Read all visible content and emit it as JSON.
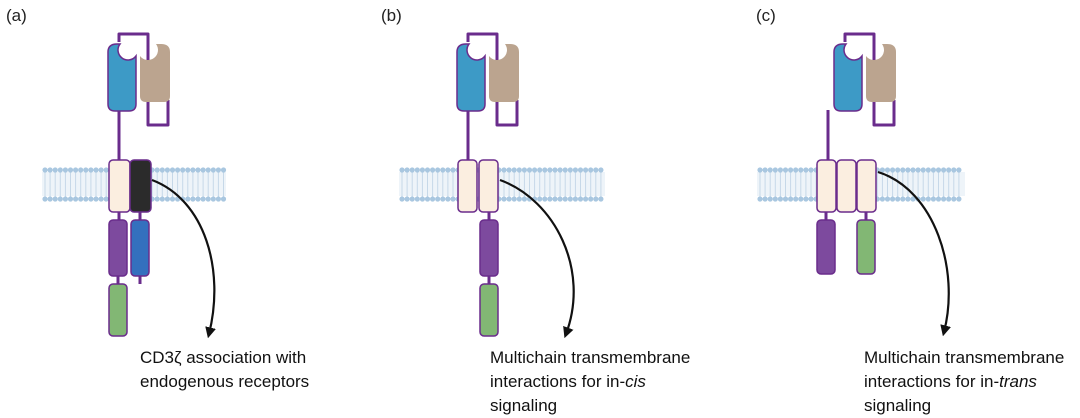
{
  "panels": [
    {
      "label": "(a)",
      "caption_lines": [
        {
          "parts": [
            {
              "text": "CD3ζ association with",
              "italic": false
            }
          ]
        },
        {
          "parts": [
            {
              "text": "endogenous receptors",
              "italic": false
            }
          ]
        }
      ]
    },
    {
      "label": "(b)",
      "caption_lines": [
        {
          "parts": [
            {
              "text": "Multichain transmembrane",
              "italic": false
            }
          ]
        },
        {
          "parts": [
            {
              "text": "interactions for in-",
              "italic": false
            },
            {
              "text": "cis",
              "italic": true
            }
          ]
        },
        {
          "parts": [
            {
              "text": "signaling",
              "italic": false
            }
          ]
        }
      ]
    },
    {
      "label": "(c)",
      "caption_lines": [
        {
          "parts": [
            {
              "text": "Multichain transmembrane",
              "italic": false
            }
          ]
        },
        {
          "parts": [
            {
              "text": "interactions for in-",
              "italic": false
            },
            {
              "text": "trans",
              "italic": true
            }
          ]
        },
        {
          "parts": [
            {
              "text": "signaling",
              "italic": false
            }
          ]
        }
      ]
    }
  ],
  "colors": {
    "linker": "#6a2c8c",
    "vh_domain": "#3d9ac6",
    "vl_domain": "#bba48f",
    "tm_domain": "#fbeee0",
    "cd3z_tm": "#2b2b2b",
    "purple_domain": "#7d4a9e",
    "blue_domain": "#3470be",
    "green_domain": "#82b774",
    "membrane_head": "#a9c7e0",
    "membrane_tail": "#c6d8e8",
    "arrow": "#111111"
  }
}
